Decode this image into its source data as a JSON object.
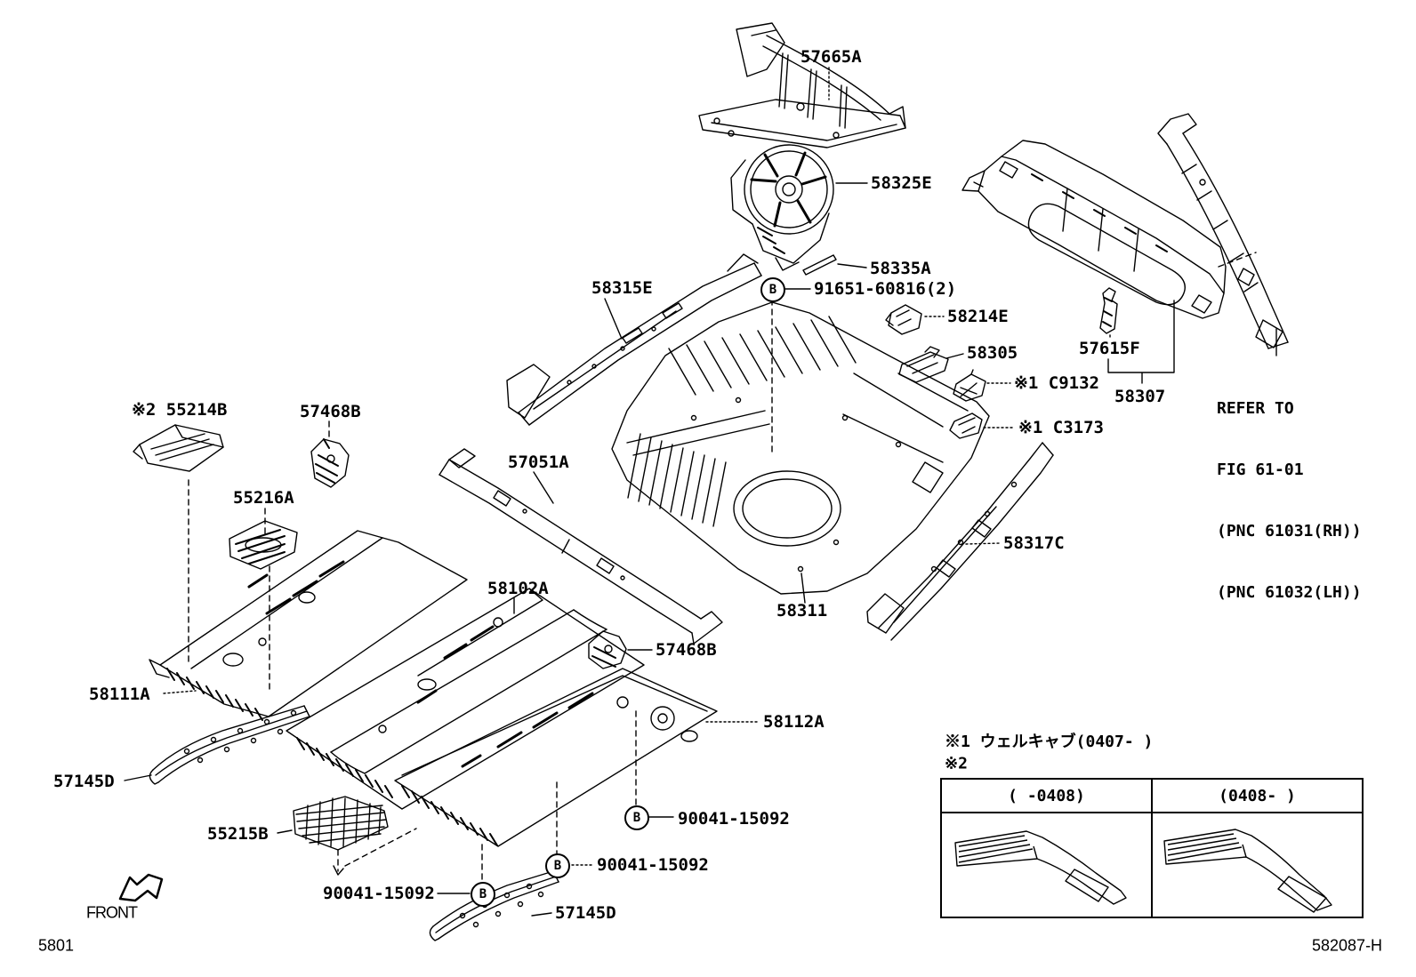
{
  "doc": {
    "figure_code": "5801",
    "drawing_code": "582087-H",
    "front_label": "FRONT"
  },
  "callouts": {
    "b_letter": "B"
  },
  "labels": {
    "p57665a": "57665A",
    "p58325e": "58325E",
    "p58335a": "58335A",
    "p91651": "91651-60816(2)",
    "p58315e": "58315E",
    "p58214e": "58214E",
    "p58305": "58305",
    "pc9132": "※1 C9132",
    "pc3173": "※1 C3173",
    "p57615f": "57615F",
    "p58307": "58307",
    "p55214b": "※2 55214B",
    "p57468b_1": "57468B",
    "p55216a": "55216A",
    "p57051a": "57051A",
    "p58102a": "58102A",
    "p58317c": "58317C",
    "p58311": "58311",
    "p57468b_2": "57468B",
    "p58111a": "58111A",
    "p58112a": "58112A",
    "p57145d_1": "57145D",
    "p55215b": "55215B",
    "p90041_1": "90041-15092",
    "p90041_2": "90041-15092",
    "p90041_3": "90041-15092",
    "p57145d_2": "57145D"
  },
  "refer_note": {
    "line1": "REFER TO",
    "line2": "FIG 61-01",
    "line3": "(PNC 61031(RH))",
    "line4": "(PNC 61032(LH))"
  },
  "notes": {
    "note1": "※1 ウェルキャブ(0407-    )",
    "note2": "※2"
  },
  "table": {
    "col1": "(    -0408)",
    "col2": "(0408-    )"
  }
}
